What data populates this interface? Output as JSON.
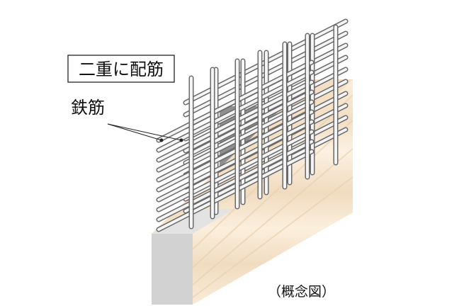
{
  "labels": {
    "double_rebar": "二重に配筋",
    "rebar": "鉄筋",
    "caption": "（概念図）"
  },
  "colors": {
    "wood_light": "#fbeedb",
    "wood_band": "#f1dcc0",
    "wood_top": "#f6e3c8",
    "concrete_front": "#d2d2d2",
    "concrete_top": "#e3e3e3",
    "concrete_back": "#8f8f8f",
    "rebar_edge": "#6a6a6a",
    "rebar_fill": "#f4f4f4",
    "label_border": "#222222"
  }
}
